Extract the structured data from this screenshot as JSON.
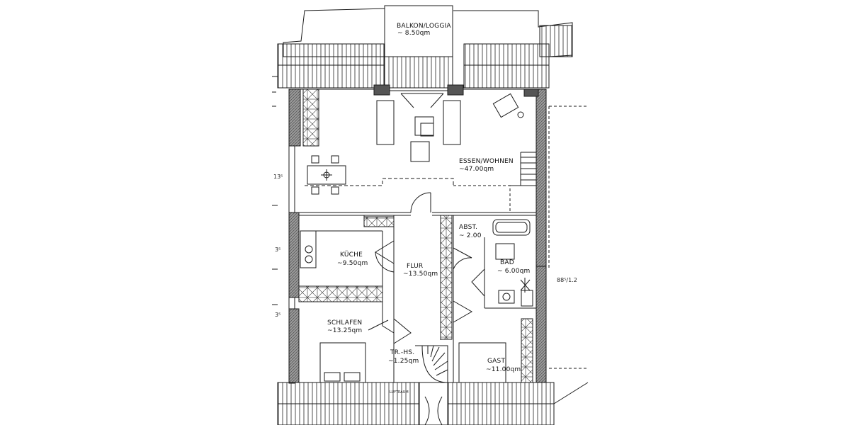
{
  "rooms": [
    {
      "name": "BALKON/LOGGIA",
      "area": "~ 8.50qm"
    },
    {
      "name": "ESSEN/WOHNEN",
      "area": "~47.00qm"
    },
    {
      "name": "ABST.",
      "area": "~ 2.00"
    },
    {
      "name": "KÜCHE",
      "area": "~9.50qm"
    },
    {
      "name": "FLUR",
      "area": "~13.50qm"
    },
    {
      "name": "BAD",
      "area": "~ 6.00qm"
    },
    {
      "name": "SCHLAFEN",
      "area": "~13.25qm"
    },
    {
      "name": "TR.-HS.",
      "area": "~1.25qm"
    },
    {
      "name": "GAST",
      "area": "~11.00qm"
    }
  ],
  "annotations": {
    "dim_left_1": "13⁵",
    "dim_left_2": "3⁵",
    "dim_left_3": "3⁵",
    "dim_right": "88⁵/1.2",
    "luftraum": "LUFTRAUM"
  },
  "colors": {
    "line": "#1a1a1a",
    "wall_fill": "#8a8a8a",
    "background": "#ffffff"
  }
}
